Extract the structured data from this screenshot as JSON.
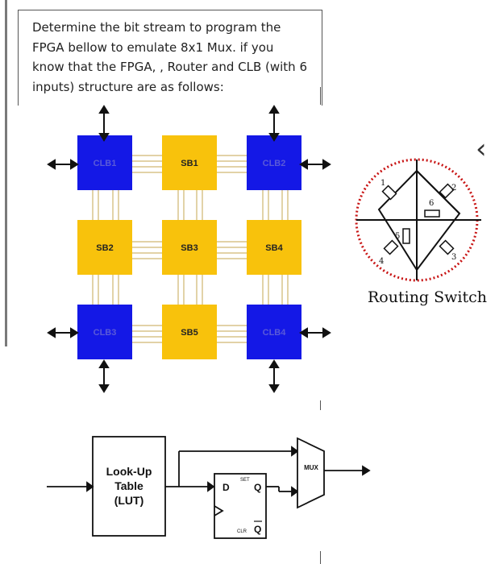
{
  "question": {
    "lines": [
      "Determine the bit stream to program the",
      "FPGA bellow to emulate  8x1 Mux. if you",
      "know that the FPGA, , Router and CLB (with 6",
      "inputs) structure are as follows:"
    ]
  },
  "fpga": {
    "blocks": [
      "CLB1",
      "SB1",
      "CLB2",
      "SB2",
      "SB3",
      "SB4",
      "CLB3",
      "SB5",
      "CLB4"
    ],
    "clb_color": "#1418e6",
    "sb_color": "#f8c20c"
  },
  "routing_switch": {
    "label": "Routing Switch",
    "numbers": [
      "1",
      "2",
      "3",
      "4",
      "5",
      "6"
    ]
  },
  "clb_diagram": {
    "lut_lines": [
      "Look-Up",
      "Table",
      "(LUT)"
    ],
    "ff_d": "D",
    "ff_q": "Q",
    "ff_set": "SET",
    "ff_clr": "CLR",
    "ff_qbar": "Q",
    "mux_label": "MUX"
  }
}
